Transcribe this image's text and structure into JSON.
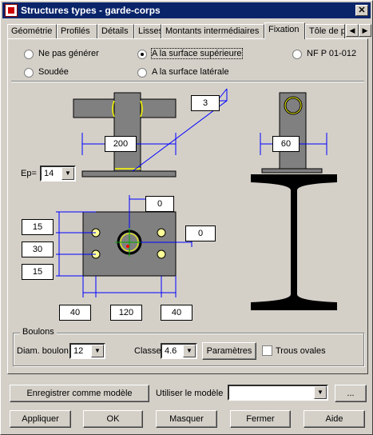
{
  "window": {
    "title": "Structures types - garde-corps",
    "close_glyph": "✕"
  },
  "tabs": [
    {
      "label": "Géométrie"
    },
    {
      "label": "Profilés"
    },
    {
      "label": "Détails"
    },
    {
      "label": "Lisses"
    },
    {
      "label": "Montants intermédiaires"
    },
    {
      "label": "Fixation",
      "active": true
    },
    {
      "label": "Tôle de pr"
    }
  ],
  "tab_scroll": {
    "left": "◀",
    "right": "▶"
  },
  "options": {
    "ne_pas_generer": "Ne pas générer",
    "soudee": "Soudée",
    "surface_superieure": "A la surface supérieure",
    "surface_laterale": "A la surface latérale",
    "nfp": "NF P 01-012",
    "selected": "surface_superieure"
  },
  "drawing": {
    "weld_size": "3",
    "plate_width": "200",
    "side_width": "60",
    "ep_label": "Ep=",
    "ep_value": "14",
    "offset_top": "0",
    "offset_right": "0",
    "v_dim_1": "15",
    "v_dim_2": "30",
    "v_dim_3": "15",
    "h_dim_1": "40",
    "h_dim_2": "120",
    "h_dim_3": "40"
  },
  "boulons": {
    "group_label": "Boulons",
    "diam_label": "Diam. boulon",
    "diam_value": "12",
    "classe_label": "Classe",
    "classe_value": "4.6",
    "parametres": "Paramètres",
    "trous_ovales": "Trous ovales"
  },
  "model": {
    "save_model": "Enregistrer comme modèle",
    "use_model_label": "Utiliser le modèle",
    "model_value": "",
    "browse": "..."
  },
  "buttons": {
    "appliquer": "Appliquer",
    "ok": "OK",
    "masquer": "Masquer",
    "fermer": "Fermer",
    "aide": "Aide"
  },
  "colors": {
    "steel": "#808080",
    "dim_line": "#0000ff",
    "weld": "#ffff00",
    "profile": "#000000"
  }
}
